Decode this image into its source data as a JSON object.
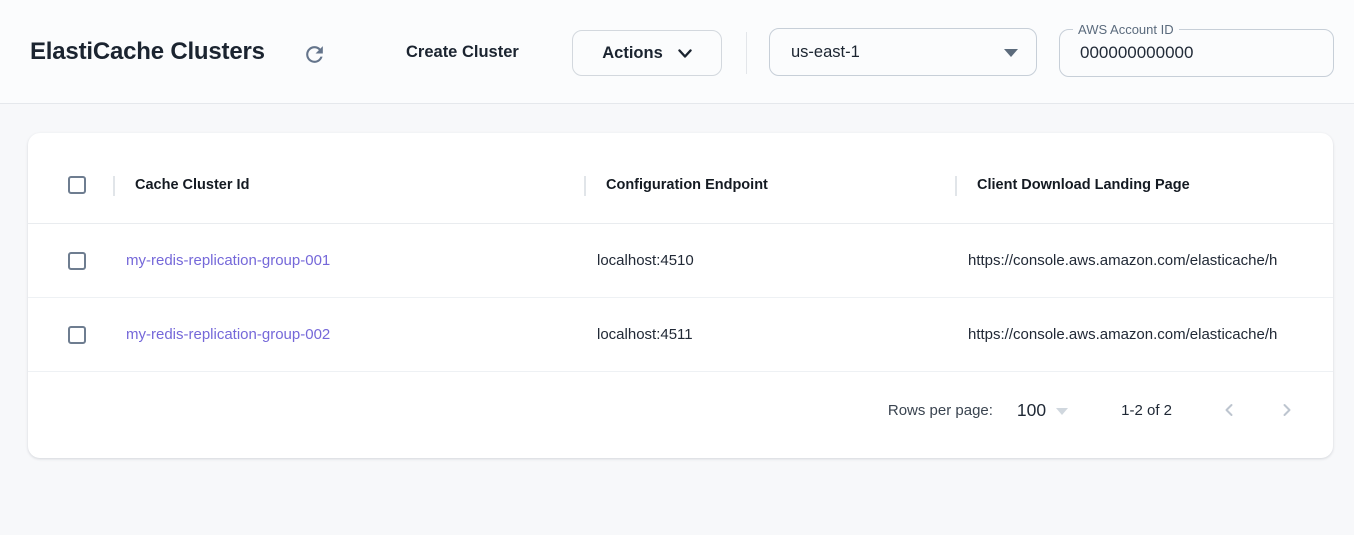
{
  "header": {
    "title": "ElastiCache Clusters",
    "create_cluster_label": "Create Cluster",
    "actions": {
      "label": "Actions"
    },
    "region_select": {
      "selected": "us-east-1"
    },
    "account_field": {
      "label": "AWS Account ID",
      "value": "000000000000"
    }
  },
  "table": {
    "columns": [
      {
        "label": "Cache Cluster Id"
      },
      {
        "label": "Configuration Endpoint"
      },
      {
        "label": "Client Download Landing Page"
      }
    ],
    "rows": [
      {
        "cache_cluster_id": "my-redis-replication-group-001",
        "configuration_endpoint": "localhost:4510",
        "client_download_landing_page": "https://console.aws.amazon.com/elasticache/h"
      },
      {
        "cache_cluster_id": "my-redis-replication-group-002",
        "configuration_endpoint": "localhost:4511",
        "client_download_landing_page": "https://console.aws.amazon.com/elasticache/h"
      }
    ]
  },
  "pagination": {
    "rows_per_page_label": "Rows per page:",
    "rows_per_page_value": "100",
    "range_label": "1-2 of 2"
  },
  "icons": {
    "refresh": "refresh-icon",
    "actions_chevron": "chevron-down-icon",
    "region_caret": "caret-down-icon",
    "rows_per_page_caret": "caret-down-icon",
    "prev_page": "chevron-left-icon",
    "next_page": "chevron-right-icon"
  },
  "colors": {
    "link": "#7568d9",
    "icon_slate": "#64748b",
    "header_bg": "#fbfcfd",
    "page_bg": "#f7f8fa",
    "checkbox_border": "#6e7d90",
    "disabled_chevron": "#bdc5cf"
  }
}
